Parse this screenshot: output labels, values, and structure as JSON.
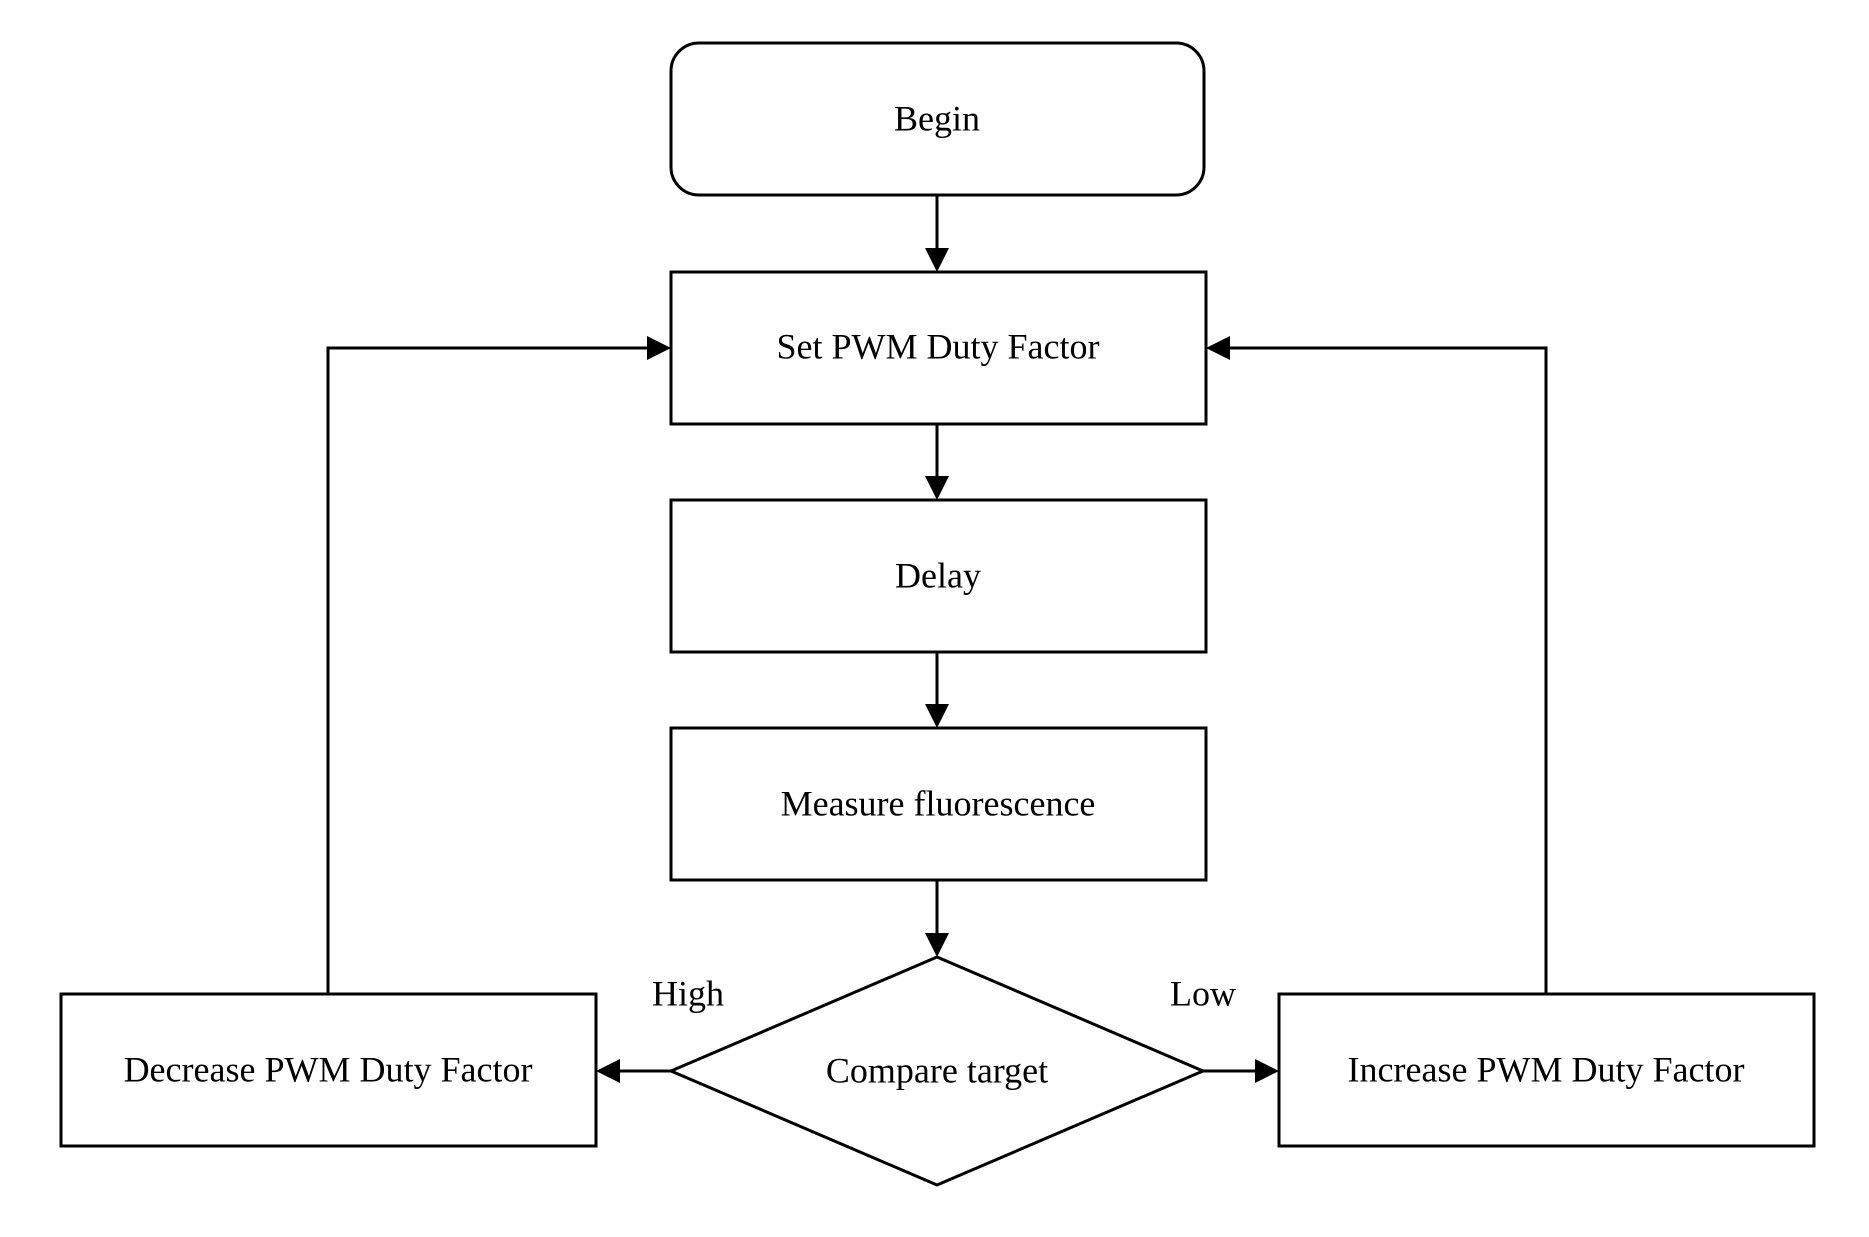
{
  "nodes": {
    "begin": "Begin",
    "set_pwm": "Set PWM Duty Factor",
    "delay": "Delay",
    "measure": "Measure fluorescence",
    "compare": "Compare target",
    "decrease": "Decrease PWM Duty Factor",
    "increase": "Increase PWM Duty Factor"
  },
  "branches": {
    "high": "High",
    "low": "Low"
  }
}
